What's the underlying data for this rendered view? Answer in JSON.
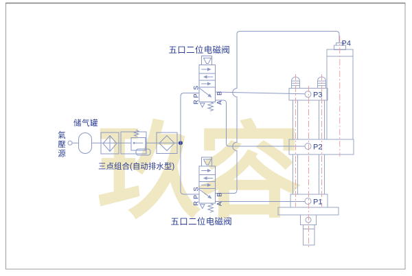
{
  "diagram": {
    "watermark": "玖容",
    "air_source_label": "氣壓源",
    "tank_label": "储气罐",
    "frl_label": "三点组合(自动排水型)",
    "valve_top_title": "五口二位电磁阀",
    "valve_bottom_title": "五口二位电磁阀",
    "valve_ports": {
      "s": "S",
      "p": "P",
      "r": "R",
      "a": "A",
      "b": "B"
    },
    "cylinder_ports": {
      "p1": "P1",
      "p2": "P2",
      "p3": "P3",
      "p4": "P4"
    },
    "colors": {
      "line": "#8a97c4",
      "outline": "#9aa3c3",
      "text": "#2b3c92",
      "centerline": "#e89b9b",
      "watermark": "#efe8c2",
      "border": "#9b9b9b",
      "border_top": "#7e7e7e"
    }
  }
}
